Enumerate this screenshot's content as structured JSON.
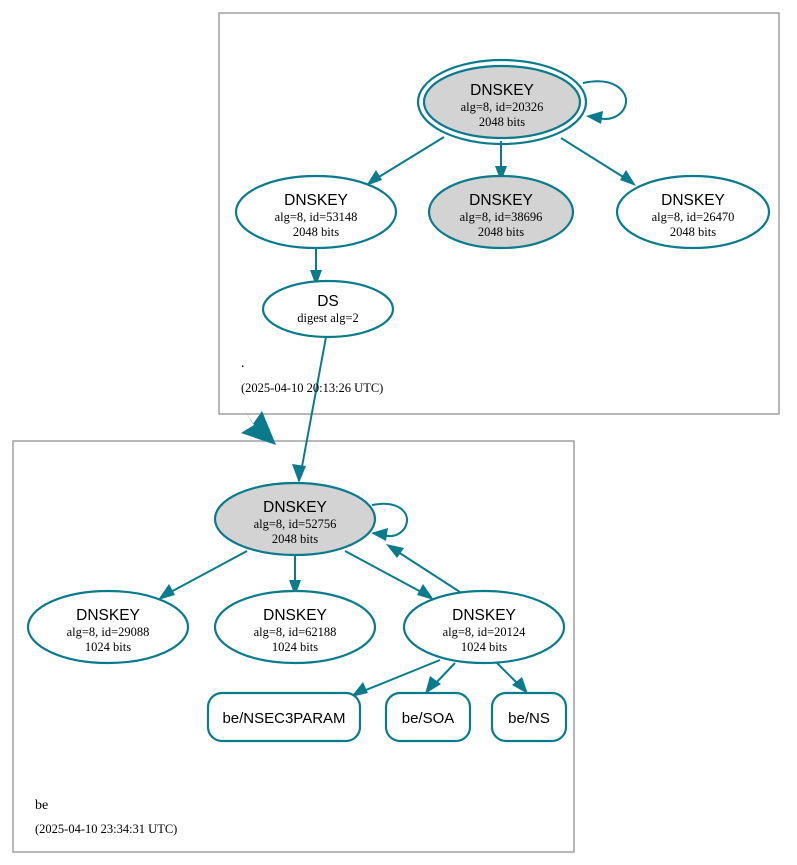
{
  "diagram": {
    "type": "dnssec-authentication-chain",
    "accent_color": "#0a7b8c",
    "secure_fill_color": "#d3d3d3",
    "insecure_fill_color": "#ffffff",
    "zone_border_color": "#9a9a9a"
  },
  "zones": [
    {
      "id": "root",
      "name": ".",
      "timestamp": "(2025-04-10 20:13:26 UTC)",
      "nodes": [
        {
          "id": "root-ksk-20326",
          "kind": "dnskey",
          "title": "DNSKEY",
          "line2": "alg=8, id=20326",
          "line3": "2048 bits",
          "shape": "doubleellipse",
          "fill": "gray",
          "self_signed": true
        },
        {
          "id": "root-zsk-53148",
          "kind": "dnskey",
          "title": "DNSKEY",
          "line2": "alg=8, id=53148",
          "line3": "2048 bits",
          "shape": "ellipse",
          "fill": "white",
          "self_signed": false
        },
        {
          "id": "root-zsk-38696",
          "kind": "dnskey",
          "title": "DNSKEY",
          "line2": "alg=8, id=38696",
          "line3": "2048 bits",
          "shape": "ellipse",
          "fill": "gray",
          "self_signed": false
        },
        {
          "id": "root-zsk-26470",
          "kind": "dnskey",
          "title": "DNSKEY",
          "line2": "alg=8, id=26470",
          "line3": "2048 bits",
          "shape": "ellipse",
          "fill": "white",
          "self_signed": false
        },
        {
          "id": "ds-be",
          "kind": "ds",
          "title": "DS",
          "line2": "digest alg=2",
          "line3": "",
          "shape": "ellipse",
          "fill": "white",
          "self_signed": false
        }
      ]
    },
    {
      "id": "be",
      "name": "be",
      "timestamp": "(2025-04-10 23:34:31 UTC)",
      "nodes": [
        {
          "id": "be-ksk-52756",
          "kind": "dnskey",
          "title": "DNSKEY",
          "line2": "alg=8, id=52756",
          "line3": "2048 bits",
          "shape": "ellipse",
          "fill": "gray",
          "self_signed": true
        },
        {
          "id": "be-zsk-29088",
          "kind": "dnskey",
          "title": "DNSKEY",
          "line2": "alg=8, id=29088",
          "line3": "1024 bits",
          "shape": "ellipse",
          "fill": "white",
          "self_signed": false
        },
        {
          "id": "be-zsk-62188",
          "kind": "dnskey",
          "title": "DNSKEY",
          "line2": "alg=8, id=62188",
          "line3": "1024 bits",
          "shape": "ellipse",
          "fill": "white",
          "self_signed": false
        },
        {
          "id": "be-zsk-20124",
          "kind": "dnskey",
          "title": "DNSKEY",
          "line2": "alg=8, id=20124",
          "line3": "1024 bits",
          "shape": "ellipse",
          "fill": "white",
          "self_signed": false
        }
      ],
      "rrsets": [
        {
          "id": "be-nsec3param",
          "label": "be/NSEC3PARAM"
        },
        {
          "id": "be-soa",
          "label": "be/SOA"
        },
        {
          "id": "be-ns",
          "label": "be/NS"
        }
      ]
    }
  ],
  "edges": [
    {
      "from": "root-ksk-20326",
      "to": "root-ksk-20326",
      "type": "self-sign"
    },
    {
      "from": "root-ksk-20326",
      "to": "root-zsk-53148",
      "type": "sign"
    },
    {
      "from": "root-ksk-20326",
      "to": "root-zsk-38696",
      "type": "sign"
    },
    {
      "from": "root-ksk-20326",
      "to": "root-zsk-26470",
      "type": "sign"
    },
    {
      "from": "root-zsk-53148",
      "to": "ds-be",
      "type": "sign"
    },
    {
      "from": "ds-be",
      "to": "be-ksk-52756",
      "type": "delegation"
    },
    {
      "from": "be-ksk-52756",
      "to": "be-ksk-52756",
      "type": "self-sign"
    },
    {
      "from": "be-ksk-52756",
      "to": "be-zsk-29088",
      "type": "sign"
    },
    {
      "from": "be-ksk-52756",
      "to": "be-zsk-62188",
      "type": "sign"
    },
    {
      "from": "be-ksk-52756",
      "to": "be-zsk-20124",
      "type": "sign"
    },
    {
      "from": "be-zsk-20124",
      "to": "be-ksk-52756",
      "type": "sign"
    },
    {
      "from": "be-zsk-20124",
      "to": "be-nsec3param",
      "type": "sign"
    },
    {
      "from": "be-zsk-20124",
      "to": "be-soa",
      "type": "sign"
    },
    {
      "from": "be-zsk-20124",
      "to": "be-ns",
      "type": "sign"
    }
  ]
}
